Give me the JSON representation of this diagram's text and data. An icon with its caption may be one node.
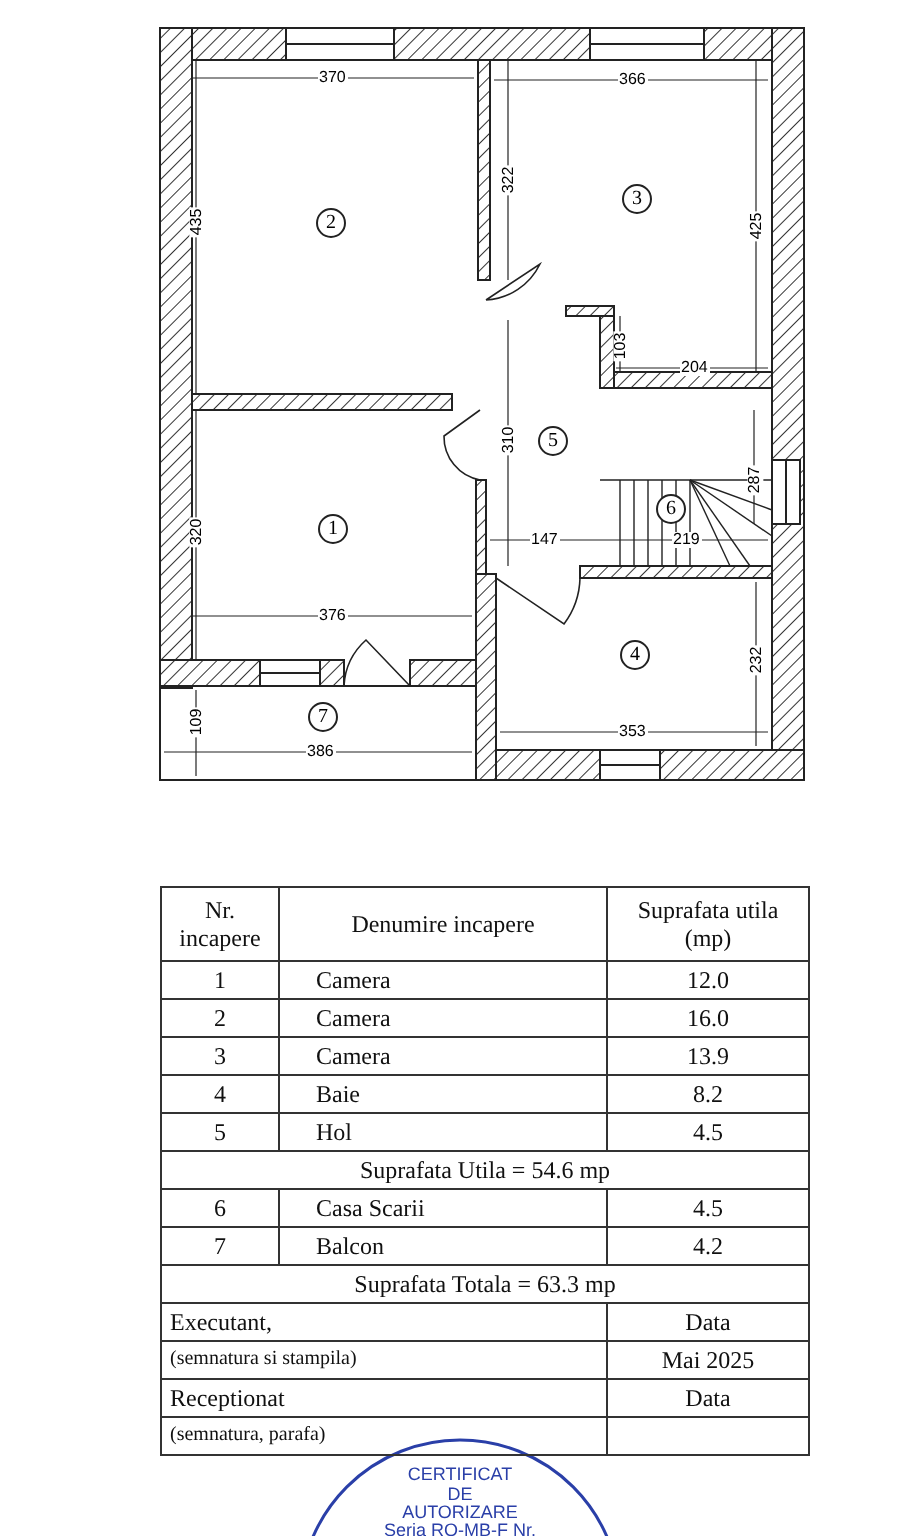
{
  "diagram": {
    "nodes": [
      {
        "text": [
          "2"
        ]
      },
      {
        "text": [
          "3"
        ]
      },
      {
        "text": [
          "5"
        ]
      },
      {
        "text": [
          "6"
        ]
      },
      {
        "text": [
          "1"
        ]
      },
      {
        "text": [
          "4"
        ]
      },
      {
        "text": [
          "7"
        ]
      }
    ],
    "labels": [
      "370",
      "366",
      "435",
      "322",
      "425",
      "103",
      "204",
      "310",
      "287",
      "147",
      "219",
      "320",
      "376",
      "232",
      "109",
      "386",
      "353",
      "Nr. incapere",
      "Denumire incapere",
      "Suprafata utila (mp)",
      "1",
      "Camera",
      "12.0",
      "2",
      "Camera",
      "16.0",
      "3",
      "Camera",
      "13.9",
      "4",
      "Baie",
      "8.2",
      "5",
      "Hol",
      "4.5",
      "Suprafata Utila = 54.6 mp",
      "6",
      "Casa Scarii",
      "4.5",
      "7",
      "Balcon",
      "4.2",
      "Suprafata Totala = 63.3 mp",
      "Executant,",
      "Data",
      "(semnatura si stampila)",
      "Mai 2025",
      "Receptionat",
      "Data",
      "(semnatura, parafa)",
      "CERTIFICAT",
      "DE",
      "AUTORIZARE",
      "Seria RO-MB-F Nr."
    ]
  }
}
